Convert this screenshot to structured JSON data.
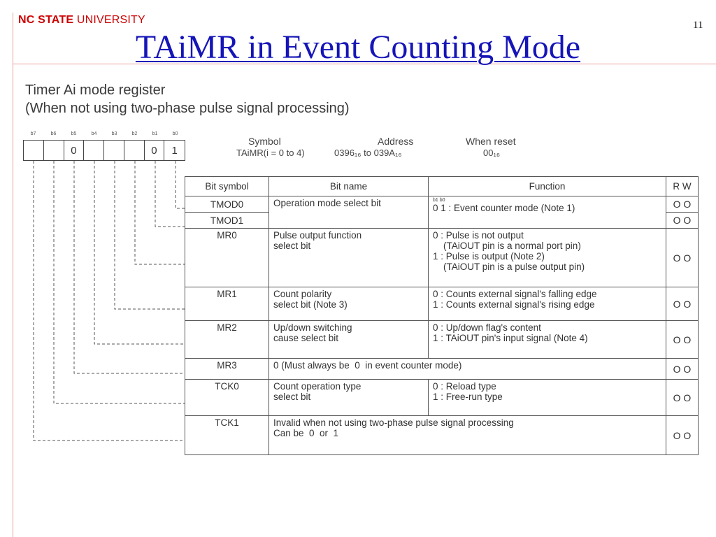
{
  "header": {
    "logo_strong": "NC STATE",
    "logo_light": " UNIVERSITY",
    "page_number": "11",
    "title": "TAiMR in Event Counting Mode"
  },
  "register": {
    "title_line1": "Timer Ai mode register",
    "title_line2": "(When not using two-phase pulse signal processing)",
    "bit_labels": [
      "b7",
      "b6",
      "b5",
      "b4",
      "b3",
      "b2",
      "b1",
      "b0"
    ],
    "bit_values": [
      "",
      "",
      "0",
      "",
      "",
      "",
      "0",
      "1"
    ],
    "symbol_header": "Symbol",
    "address_header": "Address",
    "reset_header": "When reset",
    "symbol_value": "TAiMR(i = 0 to 4)",
    "address_value": "0396₁₆ to 039A₁₆",
    "reset_value": "00₁₆"
  },
  "table": {
    "headers": {
      "bit_symbol": "Bit symbol",
      "bit_name": "Bit name",
      "function": "Function",
      "r": "R",
      "w": "W"
    },
    "rw_mark": "O O",
    "rows": {
      "tmod0": {
        "symbol": "TMOD0",
        "name": "Operation mode select bit",
        "function_header": "b1 b0",
        "function": "0 1 : Event counter mode (Note 1)"
      },
      "tmod1": {
        "symbol": "TMOD1"
      },
      "mr0": {
        "symbol": "MR0",
        "name": "Pulse output function\nselect bit",
        "function": "0 : Pulse is not output\n    (TAiOUT pin is a normal port pin)\n1 : Pulse is output (Note 2)\n    (TAiOUT pin is a pulse output pin)"
      },
      "mr1": {
        "symbol": "MR1",
        "name": "Count polarity\nselect bit (Note 3)",
        "function": "0 : Counts external signal's falling edge\n1 : Counts external signal's rising edge"
      },
      "mr2": {
        "symbol": "MR2",
        "name": "Up/down switching\ncause select bit",
        "function": "0 : Up/down flag's content\n1 : TAiOUT pin's input signal (Note 4)"
      },
      "mr3": {
        "symbol": "MR3",
        "full": "0 (Must always be  0  in event counter mode)"
      },
      "tck0": {
        "symbol": "TCK0",
        "name": "Count operation type\nselect bit",
        "function": "0 : Reload type\n1 : Free-run type"
      },
      "tck1": {
        "symbol": "TCK1",
        "full": "Invalid when not using two-phase pulse signal processing\nCan be  0  or  1"
      }
    }
  }
}
